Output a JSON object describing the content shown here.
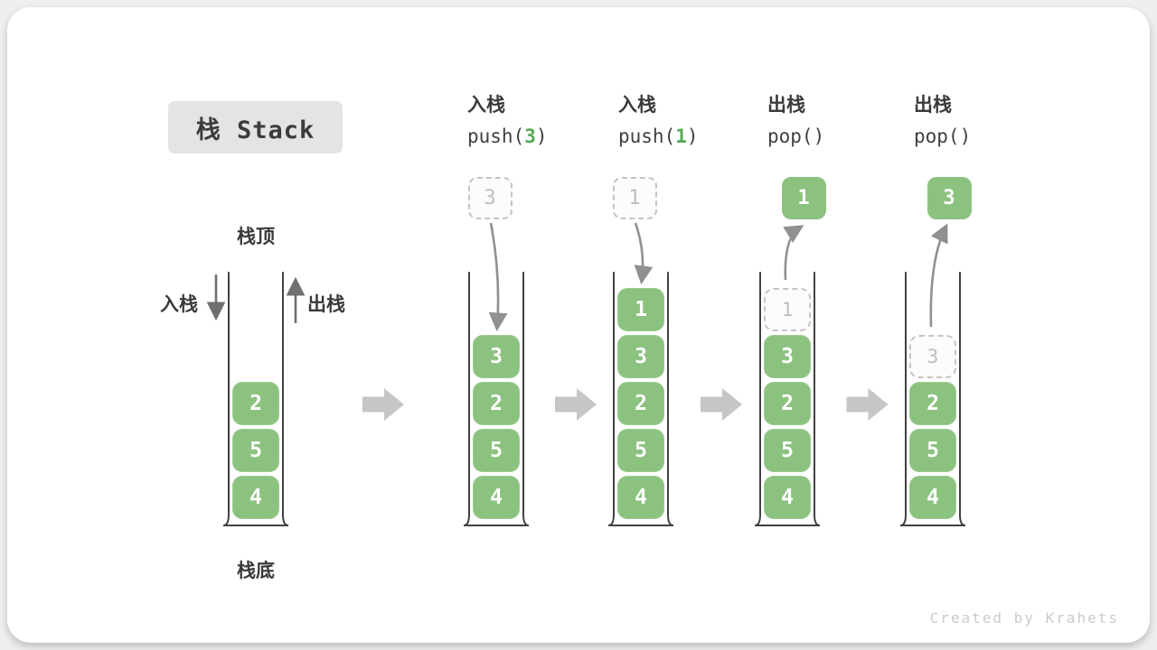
{
  "title": "栈 Stack",
  "labels": {
    "stack_top": "栈顶",
    "stack_bottom": "栈底",
    "push_side": "入栈",
    "pop_side": "出栈"
  },
  "operations": [
    {
      "action": "入栈",
      "code_pre": "push(",
      "arg": "3",
      "code_post": ")"
    },
    {
      "action": "入栈",
      "code_pre": "push(",
      "arg": "1",
      "code_post": ")"
    },
    {
      "action": "出栈",
      "code_pre": "pop(",
      "arg": "",
      "code_post": ")"
    },
    {
      "action": "出栈",
      "code_pre": "pop(",
      "arg": "",
      "code_post": ")"
    }
  ],
  "stacks": [
    {
      "cells": [
        "2",
        "5",
        "4"
      ]
    },
    {
      "floating": {
        "value": "3",
        "variant": "dashed"
      },
      "arrow": "push",
      "cells": [
        "3",
        "2",
        "5",
        "4"
      ]
    },
    {
      "floating": {
        "value": "1",
        "variant": "dashed"
      },
      "arrow": "push",
      "cells": [
        "1",
        "3",
        "2",
        "5",
        "4"
      ]
    },
    {
      "floating": {
        "value": "1",
        "variant": "solid"
      },
      "arrow": "pop",
      "ghost_top": "1",
      "cells": [
        "3",
        "2",
        "5",
        "4"
      ]
    },
    {
      "floating": {
        "value": "3",
        "variant": "solid"
      },
      "arrow": "pop",
      "ghost_top": "3",
      "cells": [
        "2",
        "5",
        "4"
      ]
    }
  ],
  "watermark": "Created by Krahets",
  "colors": {
    "cell_green": "#8cc27f",
    "code_green": "#58a758",
    "title_bg": "#e4e4e4",
    "ink": "#3a3a3a",
    "ghost_gray": "#bdbdbd",
    "curve_arrow_gray": "#909090",
    "flow_arrow_gray": "#c6c6c6",
    "container_stroke": "#414141",
    "watermark_gray": "#cbcbcb"
  }
}
